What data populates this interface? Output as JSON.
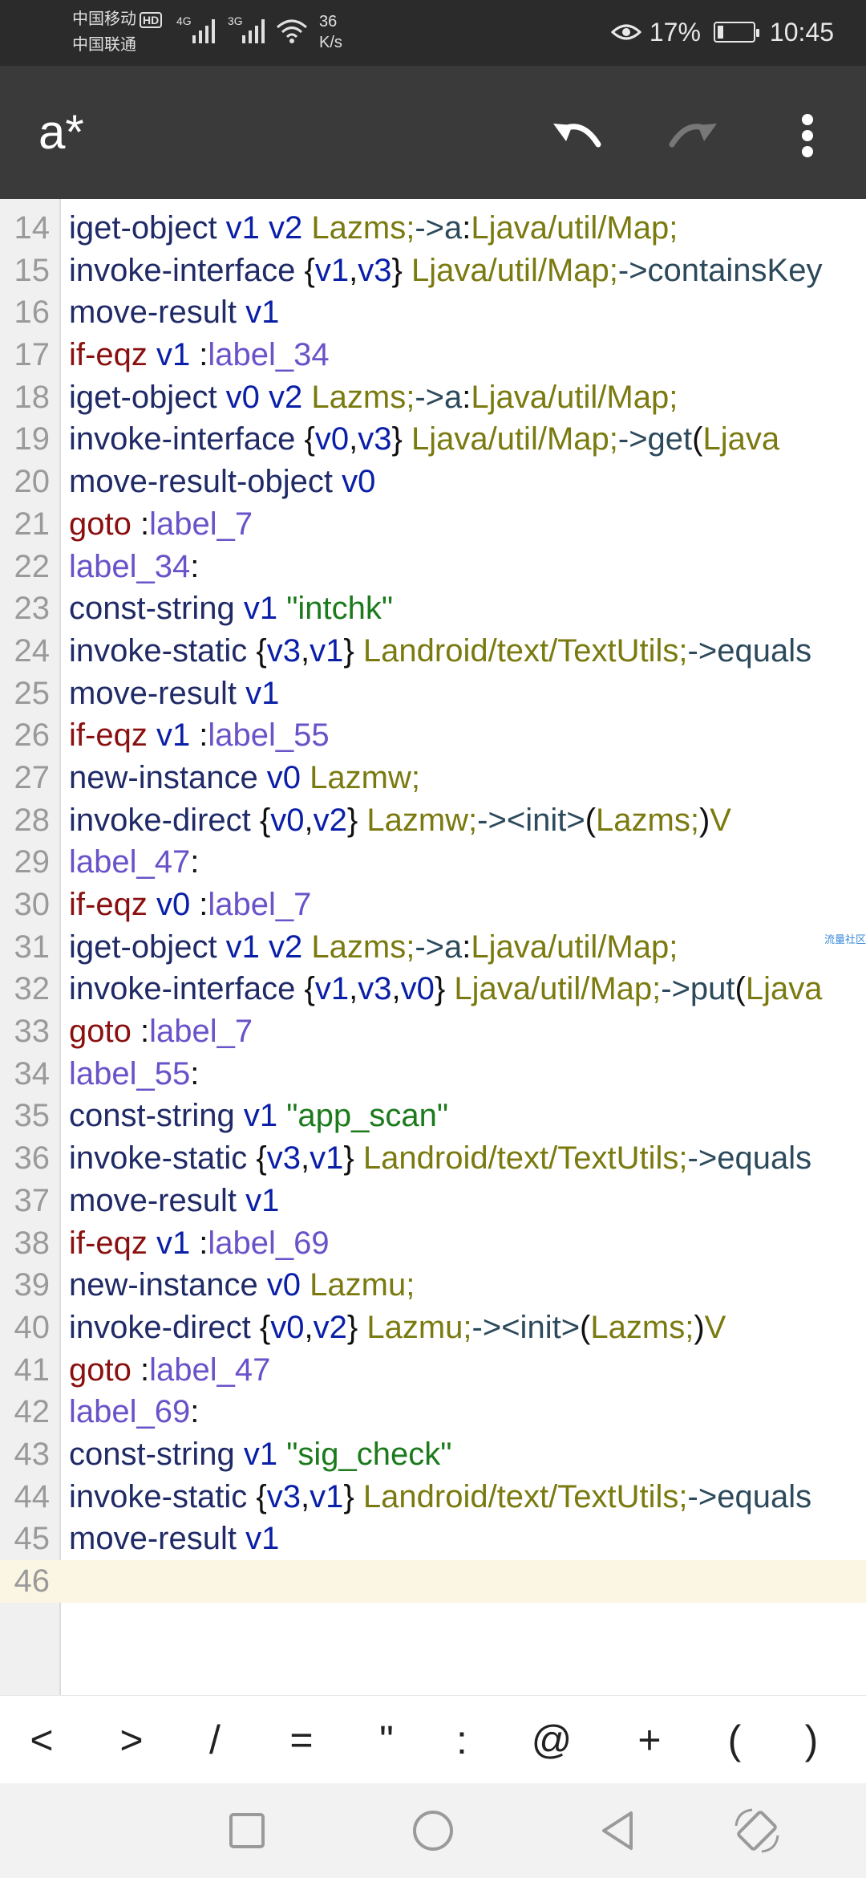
{
  "status_bar": {
    "carrier1": "中国移动",
    "carrier1_badge": "HD",
    "carrier2": "中国联通",
    "network1": "4G",
    "network2": "3G",
    "net_speed_value": "36",
    "net_speed_unit": "K/s",
    "battery_percent": "17%",
    "battery_level": 0.17,
    "time": "10:45"
  },
  "toolbar": {
    "title": "a*",
    "undo_icon": "undo-icon",
    "redo_icon": "redo-icon",
    "menu_icon": "more-vert-icon",
    "redo_enabled": false
  },
  "editor": {
    "current_line": "46",
    "watermark": "流量社区",
    "lines": [
      {
        "n": "14",
        "tokens": [
          [
            "iget-object",
            "instr"
          ],
          [
            " v1 v2 ",
            "reg"
          ],
          [
            "Lazms;",
            "type"
          ],
          [
            "->",
            "method"
          ],
          [
            "a",
            "method"
          ],
          [
            ":",
            "punct"
          ],
          [
            "Ljava/util/Map;",
            "type"
          ]
        ]
      },
      {
        "n": "15",
        "tokens": [
          [
            "invoke-interface ",
            "instr"
          ],
          [
            "{",
            "punct"
          ],
          [
            "v1",
            "reg"
          ],
          [
            ",",
            "punct"
          ],
          [
            "v3",
            "reg"
          ],
          [
            "} ",
            "punct"
          ],
          [
            "Ljava/util/Map;",
            "type"
          ],
          [
            "->containsKey",
            "method"
          ]
        ]
      },
      {
        "n": "16",
        "tokens": [
          [
            "move-result ",
            "instr"
          ],
          [
            "v1",
            "reg"
          ]
        ]
      },
      {
        "n": "17",
        "tokens": [
          [
            "if-eqz ",
            "jump"
          ],
          [
            "v1 ",
            "reg"
          ],
          [
            ":",
            "punct"
          ],
          [
            "label_34",
            "label"
          ]
        ]
      },
      {
        "n": "18",
        "tokens": [
          [
            "iget-object",
            "instr"
          ],
          [
            " v0 v2 ",
            "reg"
          ],
          [
            "Lazms;",
            "type"
          ],
          [
            "->",
            "method"
          ],
          [
            "a",
            "method"
          ],
          [
            ":",
            "punct"
          ],
          [
            "Ljava/util/Map;",
            "type"
          ]
        ]
      },
      {
        "n": "19",
        "tokens": [
          [
            "invoke-interface ",
            "instr"
          ],
          [
            "{",
            "punct"
          ],
          [
            "v0",
            "reg"
          ],
          [
            ",",
            "punct"
          ],
          [
            "v3",
            "reg"
          ],
          [
            "} ",
            "punct"
          ],
          [
            "Ljava/util/Map;",
            "type"
          ],
          [
            "->get",
            "method"
          ],
          [
            "(",
            "punct"
          ],
          [
            "Ljava",
            "type"
          ]
        ]
      },
      {
        "n": "20",
        "tokens": [
          [
            "move-result-object ",
            "instr"
          ],
          [
            "v0",
            "reg"
          ]
        ]
      },
      {
        "n": "21",
        "tokens": [
          [
            "goto ",
            "jump"
          ],
          [
            ":",
            "punct"
          ],
          [
            "label_7",
            "label"
          ]
        ]
      },
      {
        "n": "22",
        "tokens": [
          [
            "label_34",
            "label"
          ],
          [
            ":",
            "punct"
          ]
        ]
      },
      {
        "n": "23",
        "tokens": [
          [
            "const-string ",
            "instr"
          ],
          [
            "v1 ",
            "reg"
          ],
          [
            "\"intchk\"",
            "string"
          ]
        ]
      },
      {
        "n": "24",
        "tokens": [
          [
            "invoke-static ",
            "instr"
          ],
          [
            "{",
            "punct"
          ],
          [
            "v3",
            "reg"
          ],
          [
            ",",
            "punct"
          ],
          [
            "v1",
            "reg"
          ],
          [
            "} ",
            "punct"
          ],
          [
            "Landroid/text/TextUtils;",
            "type"
          ],
          [
            "->equals",
            "method"
          ]
        ]
      },
      {
        "n": "25",
        "tokens": [
          [
            "move-result ",
            "instr"
          ],
          [
            "v1",
            "reg"
          ]
        ]
      },
      {
        "n": "26",
        "tokens": [
          [
            "if-eqz ",
            "jump"
          ],
          [
            "v1 ",
            "reg"
          ],
          [
            ":",
            "punct"
          ],
          [
            "label_55",
            "label"
          ]
        ]
      },
      {
        "n": "27",
        "tokens": [
          [
            "new-instance ",
            "instr"
          ],
          [
            "v0 ",
            "reg"
          ],
          [
            "Lazmw;",
            "type"
          ]
        ]
      },
      {
        "n": "28",
        "tokens": [
          [
            "invoke-direct ",
            "instr"
          ],
          [
            "{",
            "punct"
          ],
          [
            "v0",
            "reg"
          ],
          [
            ",",
            "punct"
          ],
          [
            "v2",
            "reg"
          ],
          [
            "} ",
            "punct"
          ],
          [
            "Lazmw;",
            "type"
          ],
          [
            "-><init>",
            "method"
          ],
          [
            "(",
            "punct"
          ],
          [
            "Lazms;",
            "type"
          ],
          [
            ")",
            "punct"
          ],
          [
            "V",
            "type"
          ]
        ]
      },
      {
        "n": "29",
        "tokens": [
          [
            "label_47",
            "label"
          ],
          [
            ":",
            "punct"
          ]
        ]
      },
      {
        "n": "30",
        "tokens": [
          [
            "if-eqz ",
            "jump"
          ],
          [
            "v0 ",
            "reg"
          ],
          [
            ":",
            "punct"
          ],
          [
            "label_7",
            "label"
          ]
        ]
      },
      {
        "n": "31",
        "tokens": [
          [
            "iget-object",
            "instr"
          ],
          [
            " v1 v2 ",
            "reg"
          ],
          [
            "Lazms;",
            "type"
          ],
          [
            "->",
            "method"
          ],
          [
            "a",
            "method"
          ],
          [
            ":",
            "punct"
          ],
          [
            "Ljava/util/Map;",
            "type"
          ]
        ]
      },
      {
        "n": "32",
        "tokens": [
          [
            "invoke-interface ",
            "instr"
          ],
          [
            "{",
            "punct"
          ],
          [
            "v1",
            "reg"
          ],
          [
            ",",
            "punct"
          ],
          [
            "v3",
            "reg"
          ],
          [
            ",",
            "punct"
          ],
          [
            "v0",
            "reg"
          ],
          [
            "} ",
            "punct"
          ],
          [
            "Ljava/util/Map;",
            "type"
          ],
          [
            "->put",
            "method"
          ],
          [
            "(",
            "punct"
          ],
          [
            "Ljava",
            "type"
          ]
        ]
      },
      {
        "n": "33",
        "tokens": [
          [
            "goto ",
            "jump"
          ],
          [
            ":",
            "punct"
          ],
          [
            "label_7",
            "label"
          ]
        ]
      },
      {
        "n": "34",
        "tokens": [
          [
            "label_55",
            "label"
          ],
          [
            ":",
            "punct"
          ]
        ]
      },
      {
        "n": "35",
        "tokens": [
          [
            "const-string ",
            "instr"
          ],
          [
            "v1 ",
            "reg"
          ],
          [
            "\"app_scan\"",
            "string"
          ]
        ]
      },
      {
        "n": "36",
        "tokens": [
          [
            "invoke-static ",
            "instr"
          ],
          [
            "{",
            "punct"
          ],
          [
            "v3",
            "reg"
          ],
          [
            ",",
            "punct"
          ],
          [
            "v1",
            "reg"
          ],
          [
            "} ",
            "punct"
          ],
          [
            "Landroid/text/TextUtils;",
            "type"
          ],
          [
            "->equals",
            "method"
          ]
        ]
      },
      {
        "n": "37",
        "tokens": [
          [
            "move-result ",
            "instr"
          ],
          [
            "v1",
            "reg"
          ]
        ]
      },
      {
        "n": "38",
        "tokens": [
          [
            "if-eqz ",
            "jump"
          ],
          [
            "v1 ",
            "reg"
          ],
          [
            ":",
            "punct"
          ],
          [
            "label_69",
            "label"
          ]
        ]
      },
      {
        "n": "39",
        "tokens": [
          [
            "new-instance ",
            "instr"
          ],
          [
            "v0 ",
            "reg"
          ],
          [
            "Lazmu;",
            "type"
          ]
        ]
      },
      {
        "n": "40",
        "tokens": [
          [
            "invoke-direct ",
            "instr"
          ],
          [
            "{",
            "punct"
          ],
          [
            "v0",
            "reg"
          ],
          [
            ",",
            "punct"
          ],
          [
            "v2",
            "reg"
          ],
          [
            "} ",
            "punct"
          ],
          [
            "Lazmu;",
            "type"
          ],
          [
            "-><init>",
            "method"
          ],
          [
            "(",
            "punct"
          ],
          [
            "Lazms;",
            "type"
          ],
          [
            ")",
            "punct"
          ],
          [
            "V",
            "type"
          ]
        ]
      },
      {
        "n": "41",
        "tokens": [
          [
            "goto ",
            "jump"
          ],
          [
            ":",
            "punct"
          ],
          [
            "label_47",
            "label"
          ]
        ]
      },
      {
        "n": "42",
        "tokens": [
          [
            "label_69",
            "label"
          ],
          [
            ":",
            "punct"
          ]
        ]
      },
      {
        "n": "43",
        "tokens": [
          [
            "const-string ",
            "instr"
          ],
          [
            "v1 ",
            "reg"
          ],
          [
            "\"sig_check\"",
            "string"
          ]
        ]
      },
      {
        "n": "44",
        "tokens": [
          [
            "invoke-static ",
            "instr"
          ],
          [
            "{",
            "punct"
          ],
          [
            "v3",
            "reg"
          ],
          [
            ",",
            "punct"
          ],
          [
            "v1",
            "reg"
          ],
          [
            "} ",
            "punct"
          ],
          [
            "Landroid/text/TextUtils;",
            "type"
          ],
          [
            "->equals",
            "method"
          ]
        ]
      },
      {
        "n": "45",
        "tokens": [
          [
            "move-result ",
            "instr"
          ],
          [
            "v1",
            "reg"
          ]
        ]
      },
      {
        "n": "46",
        "tokens": []
      }
    ]
  },
  "symbol_bar": {
    "symbols": [
      "<",
      ">",
      "/",
      "=",
      "\"",
      ":",
      "@",
      "+",
      "(",
      ")"
    ]
  },
  "nav_bar": {
    "icons": [
      "recents-square-icon",
      "home-circle-icon",
      "back-triangle-icon",
      "rotate-screen-icon"
    ]
  },
  "colors": {
    "instr": "#1f2a66",
    "reg": "#0a1fa8",
    "type": "#7a7a10",
    "method": "#2c4a5c",
    "label": "#6a52c8",
    "jump": "#8a1010",
    "string": "#1b7a1b",
    "current_line_bg": "#fbf6e4"
  }
}
